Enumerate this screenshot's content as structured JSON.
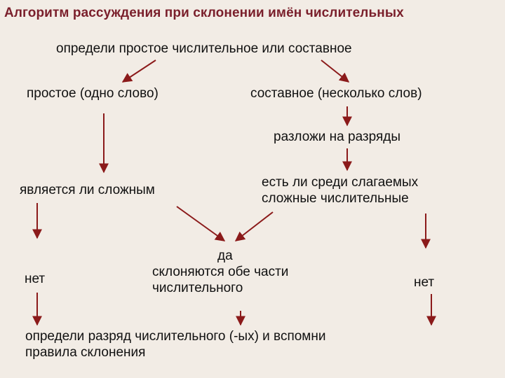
{
  "title": "Алгоритм рассуждения при склонении имён числительных",
  "nodes": {
    "start": "определи простое числительное или составное",
    "simple": "простое (одно слово)",
    "compound": "составное (несколько слов)",
    "decompose": "разложи на разряды",
    "is_complex": "является ли сложным",
    "has_complex_line1": "есть ли среди слагаемых",
    "has_complex_line2": "сложные числительные",
    "no_left": "нет",
    "yes_line1": "да",
    "yes_line2": "склоняются обе части",
    "yes_line3": "числительного",
    "no_right": "нет",
    "final_line1": "определи разряд числительного (-ых) и вспомни",
    "final_line2": "правила склонения"
  },
  "colors": {
    "title": "#7a1f2b",
    "arrow": "#8b1a1a",
    "background": "#f2ece5"
  }
}
